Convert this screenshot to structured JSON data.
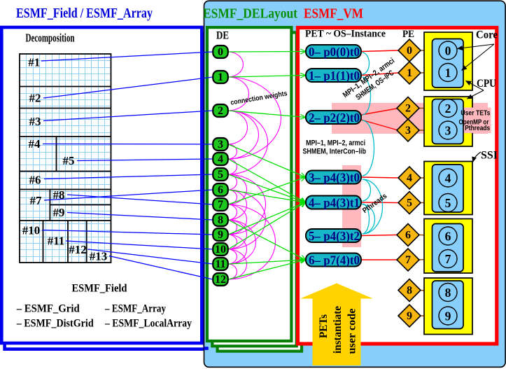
{
  "titles": {
    "field_array": "ESMF_Field / ESMF_Array",
    "delayout": "ESMF_DELayout",
    "vm": "ESMF_VM"
  },
  "decomposition": {
    "label": "Decomposition",
    "regions": [
      {
        "label": "#1"
      },
      {
        "label": "#2"
      },
      {
        "label": "#3"
      },
      {
        "label": "#4"
      },
      {
        "label": "#5"
      },
      {
        "label": "#6"
      },
      {
        "label": "#7"
      },
      {
        "label": "#8"
      },
      {
        "label": "#9"
      },
      {
        "label": "#10"
      },
      {
        "label": "#11"
      },
      {
        "label": "#12"
      },
      {
        "label": "#13"
      }
    ]
  },
  "field_legend": {
    "title": "ESMF_Field",
    "col1": [
      "– ESMF_Grid",
      "– ESMF_DistGrid"
    ],
    "col2": [
      "– ESMF_Array",
      "– ESMF_LocalArray"
    ]
  },
  "delayout": {
    "header": "DE",
    "note": "connection weights",
    "nodes": [
      {
        "label": "0"
      },
      {
        "label": "1"
      },
      {
        "label": "2"
      },
      {
        "label": "3"
      },
      {
        "label": "4"
      },
      {
        "label": "5"
      },
      {
        "label": "6"
      },
      {
        "label": "7"
      },
      {
        "label": "8"
      },
      {
        "label": "9"
      },
      {
        "label": "10"
      },
      {
        "label": "11"
      },
      {
        "label": "12"
      }
    ]
  },
  "vm": {
    "pet_header": "PET ~ OS–Instance",
    "pe_header": "PE",
    "core_header": "Core",
    "cpu_label": "CPU",
    "ssi_label": "SSI",
    "pets": [
      {
        "label": "0– p0(0)t0"
      },
      {
        "label": "1– p1(1)t0"
      },
      {
        "label": "2– p2(2)t0"
      },
      {
        "label": "3– p4(3)t0"
      },
      {
        "label": "4– p4(3)t1"
      },
      {
        "label": "5– p4(3)t2"
      },
      {
        "label": "6– p7(4)t0"
      }
    ],
    "pes": [
      {
        "label": "0"
      },
      {
        "label": "1"
      },
      {
        "label": "2"
      },
      {
        "label": "3"
      },
      {
        "label": "4"
      },
      {
        "label": "5"
      },
      {
        "label": "6"
      },
      {
        "label": "7"
      },
      {
        "label": "8"
      },
      {
        "label": "9"
      }
    ],
    "cores": [
      {
        "label": "0"
      },
      {
        "label": "1"
      },
      {
        "label": "2"
      },
      {
        "label": "3"
      },
      {
        "label": "4"
      },
      {
        "label": "5"
      },
      {
        "label": "6"
      },
      {
        "label": "7"
      },
      {
        "label": "8"
      },
      {
        "label": "9"
      }
    ],
    "comm_top": {
      "line1": "MPI–1, MPI–2, armci",
      "line2": "SHMEM, OS–IPC"
    },
    "comm_mid": {
      "line1": "MPI–1, MPI–2, armci",
      "line2": "SHMEM, InterCon–lib"
    },
    "pthreads_label": "Pthreads",
    "user_tets": {
      "line1": "User TETs",
      "line2": "OpenMP or",
      "line3": "Pthreads"
    }
  },
  "arrow": {
    "line1": "PETs",
    "line2": "instantiate",
    "line3": "user code"
  },
  "colors": {
    "panel": "#87CEFA",
    "field_box": "#0000F0",
    "delayout_box": "#088008",
    "vm_box": "#FF0000",
    "de_node": "#1EC81E",
    "pet_fill": "#17B7C7",
    "pe_diamond": "#F7B50F",
    "cpu_box": "#FFFF00",
    "core_box": "#87CEFA",
    "highlight": "#FFB9BE",
    "weights_arc": "#FF00FF",
    "arrow": "#FFD300"
  }
}
